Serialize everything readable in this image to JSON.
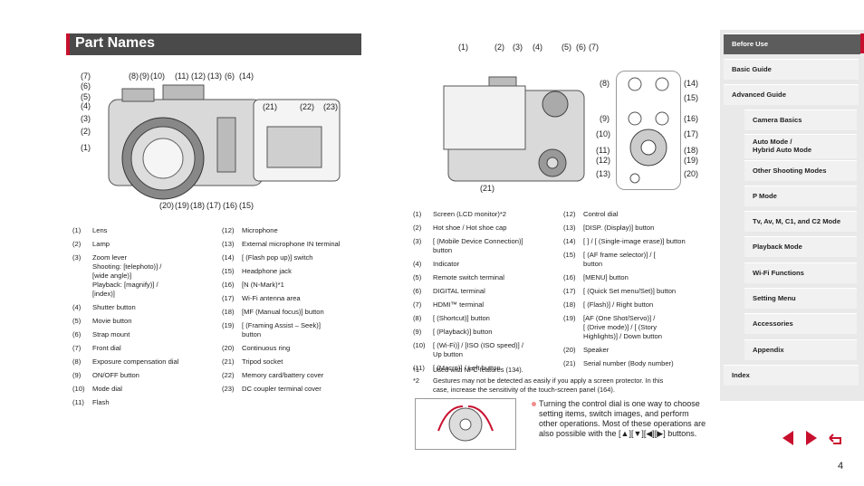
{
  "title": "Part Names",
  "front_callouts_top": [
    "(7)",
    "(8)",
    "(9)",
    "(10)",
    "(11)",
    "(12)",
    "(13)",
    "(6)",
    "(14)"
  ],
  "front_callouts_left": [
    "(6)",
    "(5)",
    "(4)",
    "(3)",
    "(2)",
    "(1)"
  ],
  "front_callouts_bottom": [
    "(20)",
    "(19)",
    "(18)",
    "(17)",
    "(16)",
    "(15)"
  ],
  "inset_callouts": [
    "(21)",
    "(22)",
    "(23)"
  ],
  "back_callouts_top": [
    "(1)",
    "(2)",
    "(3)",
    "(4)",
    "(5)",
    "(6)",
    "(7)"
  ],
  "back_callout_21": "(21)",
  "back_inset_left": [
    "(8)",
    "(9)",
    "(10)",
    "(11)",
    "(12)",
    "(13)"
  ],
  "back_inset_right": [
    "(14)",
    "(15)",
    "(16)",
    "(17)",
    "(18)",
    "(19)",
    "(20)"
  ],
  "list_a": [
    {
      "n": "(1)",
      "t": "Lens"
    },
    {
      "n": "(2)",
      "t": "Lamp"
    },
    {
      "n": "(3)",
      "t": "Zoom lever\nShooting: [telephoto)] /\n[wide angle)]\nPlayback: [magnify)] /\n[index)]"
    },
    {
      "n": "(4)",
      "t": "Shutter button"
    },
    {
      "n": "(5)",
      "t": "Movie button"
    },
    {
      "n": "(6)",
      "t": "Strap mount"
    },
    {
      "n": "(7)",
      "t": "Front dial"
    },
    {
      "n": "(8)",
      "t": "Exposure compensation dial"
    },
    {
      "n": "(9)",
      "t": "ON/OFF button"
    },
    {
      "n": "(10)",
      "t": "Mode dial"
    },
    {
      "n": "(11)",
      "t": "Flash"
    }
  ],
  "list_b": [
    {
      "n": "(12)",
      "t": "Microphone"
    },
    {
      "n": "(13)",
      "t": "External microphone IN terminal"
    },
    {
      "n": "(14)",
      "t": "[ (Flash pop up)] switch"
    },
    {
      "n": "(15)",
      "t": "Headphone jack"
    },
    {
      "n": "(16)",
      "t": "[N (N-Mark)*1"
    },
    {
      "n": "(17)",
      "t": "Wi-Fi antenna area"
    },
    {
      "n": "(18)",
      "t": "[MF (Manual focus)] button"
    },
    {
      "n": "(19)",
      "t": "[ (Framing Assist – Seek)]\nbutton"
    },
    {
      "n": "(20)",
      "t": "Continuous ring"
    },
    {
      "n": "(21)",
      "t": "Tripod socket"
    },
    {
      "n": "(22)",
      "t": "Memory card/battery cover"
    },
    {
      "n": "(23)",
      "t": "DC coupler terminal cover"
    }
  ],
  "list_c": [
    {
      "n": "(1)",
      "t": "Screen (LCD monitor)*2"
    },
    {
      "n": "(2)",
      "t": "Hot shoe / Hot shoe cap"
    },
    {
      "n": "(3)",
      "t": "[ (Mobile Device Connection)]\nbutton"
    },
    {
      "n": "(4)",
      "t": "Indicator"
    },
    {
      "n": "(5)",
      "t": "Remote switch terminal"
    },
    {
      "n": "(6)",
      "t": "DIGITAL terminal"
    },
    {
      "n": "(7)",
      "t": "HDMI™ terminal"
    },
    {
      "n": "(8)",
      "t": "[ (Shortcut)] button"
    },
    {
      "n": "(9)",
      "t": "[ (Playback)] button"
    },
    {
      "n": "(10)",
      "t": "[ (Wi-Fi)] / [ISO (ISO speed)] /\nUp button"
    },
    {
      "n": "(11)",
      "t": "[ (Macro)] / Left button"
    }
  ],
  "list_d": [
    {
      "n": "(12)",
      "t": "Control dial"
    },
    {
      "n": "(13)",
      "t": "[DISP. (Display)] button"
    },
    {
      "n": "(14)",
      "t": "[ ] / [ (Single-image erase)] button"
    },
    {
      "n": "(15)",
      "t": "[ (AF frame selector)] / [\nbutton"
    },
    {
      "n": "(16)",
      "t": "[MENU] button"
    },
    {
      "n": "(17)",
      "t": "[ (Quick Set menu/Set)] button"
    },
    {
      "n": "(18)",
      "t": "[ (Flash)] / Right button"
    },
    {
      "n": "(19)",
      "t": "[AF (One Shot/Servo)] /\n[ (Drive mode)] / [ (Story\nHighlights)] / Down button"
    },
    {
      "n": "(20)",
      "t": "Speaker"
    },
    {
      "n": "(21)",
      "t": "Serial number (Body number)"
    }
  ],
  "notes": [
    {
      "n": "*1",
      "t": "Used with NFC features (134)."
    },
    {
      "n": "*2",
      "t": "Gestures may not be detected as easily if you apply a screen protector. In this\ncase, increase the sensitivity of the touch-screen panel (164)."
    }
  ],
  "tip": "Turning the control dial is one way to choose setting items, switch images, and perform other operations. Most of these operations are also possible with the [▲][▼][◀][▶] buttons.",
  "nav": [
    {
      "label": "Before Use",
      "active": true
    },
    {
      "label": "Basic Guide",
      "active": false
    },
    {
      "label": "Advanced Guide",
      "active": false
    },
    {
      "label": "Camera Basics",
      "active": false
    },
    {
      "label": "Auto Mode /\nHybrid Auto Mode",
      "active": false
    },
    {
      "label": "Other Shooting Modes",
      "active": false
    },
    {
      "label": "P Mode",
      "active": false
    },
    {
      "label": "Tv, Av, M, C1, and C2 Mode",
      "active": false
    },
    {
      "label": "Playback Mode",
      "active": false
    },
    {
      "label": "Wi-Fi Functions",
      "active": false
    },
    {
      "label": "Setting Menu",
      "active": false
    },
    {
      "label": "Accessories",
      "active": false
    },
    {
      "label": "Appendix",
      "active": false
    },
    {
      "label": "Index",
      "active": false
    }
  ],
  "page_number": "4",
  "colors": {
    "accent": "#c8102e",
    "title_bg": "#4a4a4a",
    "sidebar_bg": "#e9e9e9"
  }
}
